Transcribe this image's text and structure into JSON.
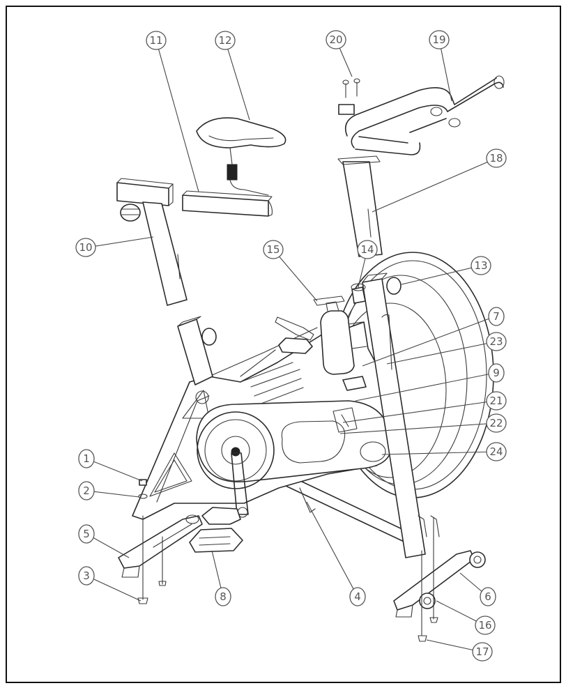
{
  "diagram": {
    "type": "exploded-view",
    "callouts": [
      {
        "id": "c1",
        "label": "1"
      },
      {
        "id": "c2",
        "label": "2"
      },
      {
        "id": "c3",
        "label": "3"
      },
      {
        "id": "c4",
        "label": "4"
      },
      {
        "id": "c5",
        "label": "5"
      },
      {
        "id": "c6",
        "label": "6"
      },
      {
        "id": "c7",
        "label": "7"
      },
      {
        "id": "c8",
        "label": "8"
      },
      {
        "id": "c9",
        "label": "9"
      },
      {
        "id": "c10",
        "label": "10"
      },
      {
        "id": "c11",
        "label": "11"
      },
      {
        "id": "c12",
        "label": "12"
      },
      {
        "id": "c13",
        "label": "13"
      },
      {
        "id": "c14",
        "label": "14"
      },
      {
        "id": "c15",
        "label": "15"
      },
      {
        "id": "c16",
        "label": "16"
      },
      {
        "id": "c17",
        "label": "17"
      },
      {
        "id": "c18",
        "label": "18"
      },
      {
        "id": "c19",
        "label": "19"
      },
      {
        "id": "c20",
        "label": "20"
      },
      {
        "id": "c21",
        "label": "21"
      },
      {
        "id": "c22",
        "label": "22"
      },
      {
        "id": "c23",
        "label": "23"
      },
      {
        "id": "c24",
        "label": "24"
      }
    ]
  }
}
